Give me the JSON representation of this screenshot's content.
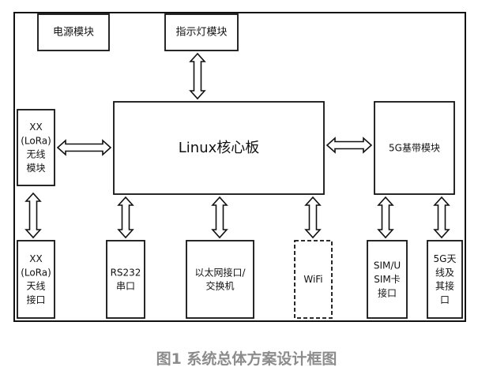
{
  "diagram": {
    "nodes": [
      {
        "id": "power",
        "lines": [
          "电源模块"
        ]
      },
      {
        "id": "indicator",
        "lines": [
          "指示灯模块"
        ]
      },
      {
        "id": "linux-core",
        "lines": [
          "Linux核心板"
        ]
      },
      {
        "id": "lora-module",
        "lines": [
          "XX",
          "(LoRa)",
          "无线",
          "模块"
        ]
      },
      {
        "id": "baseband-5g",
        "lines": [
          "5G基带模块"
        ]
      },
      {
        "id": "lora-interface",
        "lines": [
          "XX",
          "(LoRa)",
          "天线",
          "接口"
        ]
      },
      {
        "id": "rs232",
        "lines": [
          "RS232",
          "串口"
        ]
      },
      {
        "id": "ethernet",
        "lines": [
          "以太网接口/",
          "交换机"
        ]
      },
      {
        "id": "wifi",
        "lines": [
          "WiFi"
        ],
        "dashed": true
      },
      {
        "id": "sim",
        "lines": [
          "SIM/U",
          "SIM卡",
          "接口"
        ]
      },
      {
        "id": "antenna-5g",
        "lines": [
          "5G天",
          "线及",
          "其接",
          "口"
        ]
      }
    ],
    "links": [
      {
        "from": "indicator",
        "to": "linux-core",
        "bidirectional": true
      },
      {
        "from": "lora-module",
        "to": "linux-core",
        "bidirectional": true
      },
      {
        "from": "linux-core",
        "to": "baseband-5g",
        "bidirectional": true
      },
      {
        "from": "lora-module",
        "to": "lora-interface",
        "bidirectional": true
      },
      {
        "from": "linux-core",
        "to": "rs232",
        "bidirectional": true
      },
      {
        "from": "linux-core",
        "to": "ethernet",
        "bidirectional": true
      },
      {
        "from": "linux-core",
        "to": "wifi",
        "bidirectional": true
      },
      {
        "from": "baseband-5g",
        "to": "sim",
        "bidirectional": true
      },
      {
        "from": "baseband-5g",
        "to": "antenna-5g",
        "bidirectional": true
      }
    ]
  },
  "caption": "图1 系统总体方案设计框图"
}
